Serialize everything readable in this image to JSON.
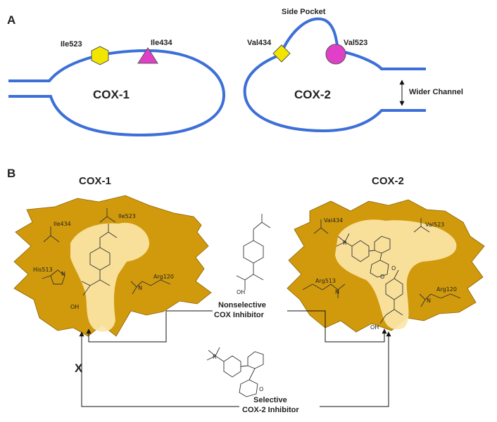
{
  "panel_a": {
    "label": "A",
    "cox1": {
      "title": "COX-1",
      "left_residue": "Ile523",
      "right_residue": "Ile434"
    },
    "cox2": {
      "title": "COX-2",
      "left_residue": "Val434",
      "right_residue": "Val523",
      "pocket": "Side Pocket",
      "channel": "Wider Channel"
    }
  },
  "panel_b": {
    "label": "B",
    "cox1": {
      "title": "COX-1",
      "residues": [
        "Ile434",
        "Ile523",
        "His513",
        "Arg120"
      ]
    },
    "cox2": {
      "title": "COX-2",
      "residues": [
        "Val434",
        "Val523",
        "Arg513",
        "Arg120"
      ]
    },
    "nonselective": {
      "line1": "Nonselective",
      "line2": "COX Inhibitor"
    },
    "selective": {
      "line1": "Selective",
      "line2": "COX-2 Inhibitor"
    },
    "block_mark": "X",
    "atoms": {
      "oh": "OH",
      "o": "O",
      "n": "N",
      "r": "R"
    }
  },
  "colors": {
    "channel": "#3d6fd8",
    "hexagon": "#f2e600",
    "triangle": "#e040c8",
    "diamond": "#f2e600",
    "circle": "#e040c8",
    "enzyme": "#d19a0c",
    "pocket": "#fbe6a8"
  }
}
